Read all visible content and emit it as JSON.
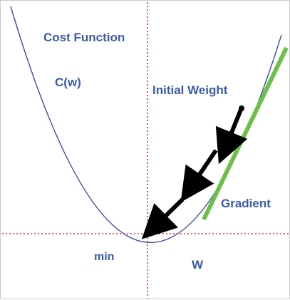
{
  "labels": {
    "title": "Cost Function",
    "function": "C(w)",
    "initial_weight": "Initial Weight",
    "gradient": "Gradient",
    "min": "min",
    "axis_w": "W"
  },
  "colors": {
    "curve": "#3a4fa0",
    "gradient_line": "#6cc04a",
    "arrows": "#000000",
    "axis_dotted": "#e03030",
    "text": "#3a5aa8",
    "border": "#c8c8c8"
  }
}
